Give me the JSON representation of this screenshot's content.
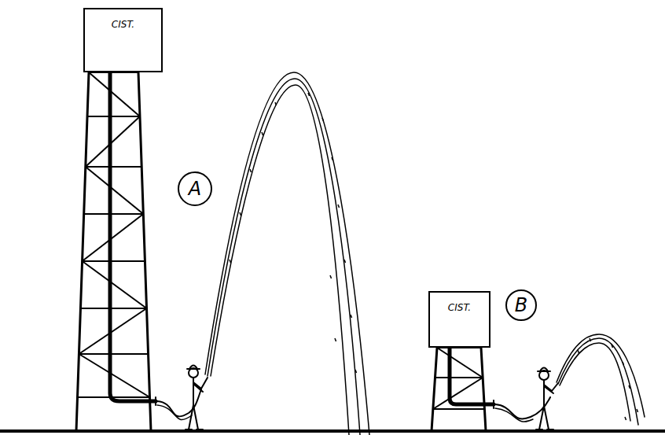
{
  "diagram": {
    "nodes": [
      {
        "text": [
          "CIST."
        ]
      },
      {
        "text": [
          "A"
        ]
      },
      {
        "text": [
          "CIST."
        ]
      },
      {
        "text": [
          "B"
        ]
      }
    ]
  }
}
